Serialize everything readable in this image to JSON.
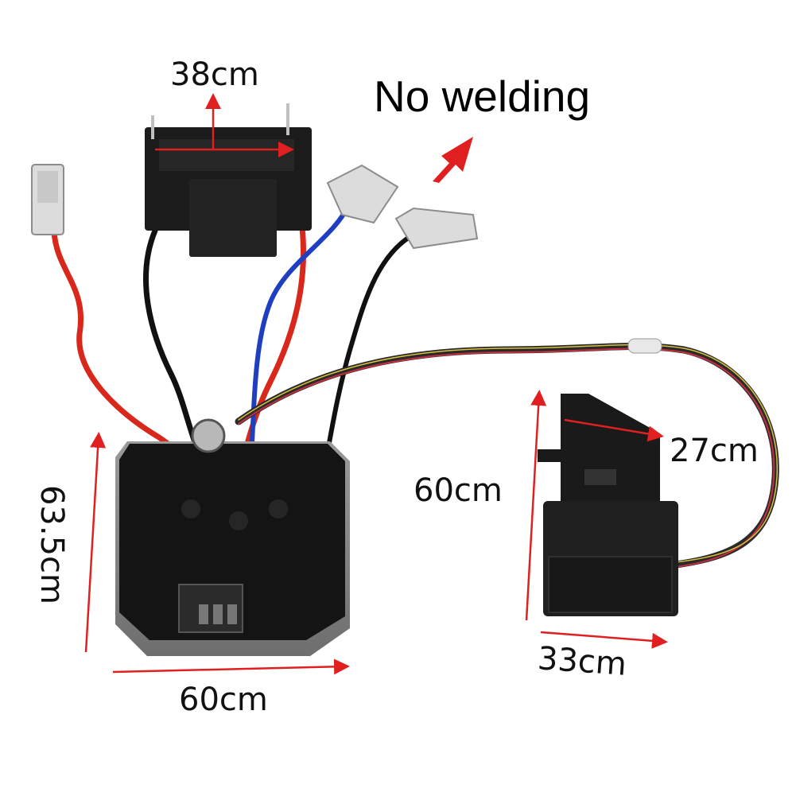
{
  "headline": "No welding",
  "dimensions": {
    "plug_width": "38cm",
    "board_height": "63.5cm",
    "board_width": "60cm",
    "switch_top": "27cm",
    "switch_height": "60cm",
    "switch_bottom": "33cm"
  },
  "colors": {
    "arrow_red": "#e02020",
    "wire_red": "#d8281c",
    "wire_black": "#111111",
    "wire_blue": "#1f3fc0",
    "board_black": "#141414",
    "board_edge": "#8a8a8a",
    "plug_black": "#1b1b1b",
    "connector_white": "#dcdcdc"
  }
}
